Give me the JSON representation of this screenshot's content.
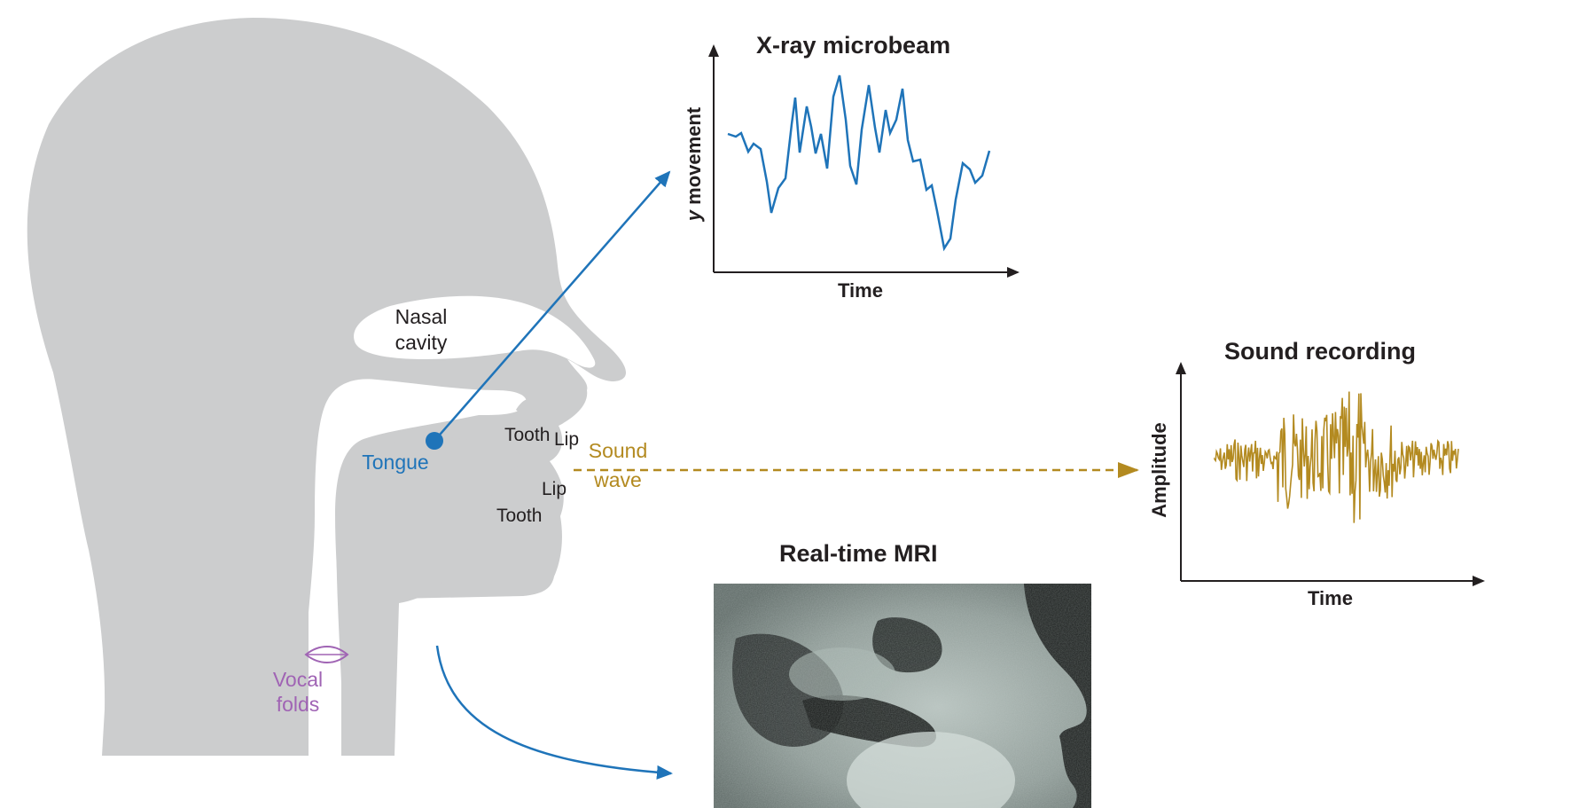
{
  "labels": {
    "nasal_cavity": [
      "Nasal",
      "cavity"
    ],
    "tongue": "Tongue",
    "tooth_upper": "Tooth",
    "lip_upper": "Lip",
    "tooth_lower": "Tooth",
    "lip_lower": "Lip",
    "sound_wave": [
      "Sound",
      "wave"
    ],
    "vocal_folds": [
      "Vocal",
      "folds"
    ]
  },
  "panels": {
    "xray": {
      "title": "X-ray microbeam",
      "xlabel": "Time",
      "ylabel_italic": "y",
      "ylabel_rest": " movement"
    },
    "sound": {
      "title": "Sound recording",
      "xlabel": "Time",
      "ylabel": "Amplitude"
    },
    "mri": {
      "title": "Real-time MRI"
    }
  },
  "colors": {
    "head": "#cccdce",
    "tongue_arrow": "#1f74b9",
    "sound_wave": "#b38a20",
    "vocal_folds": "#a064b4",
    "text": "#231f20"
  }
}
